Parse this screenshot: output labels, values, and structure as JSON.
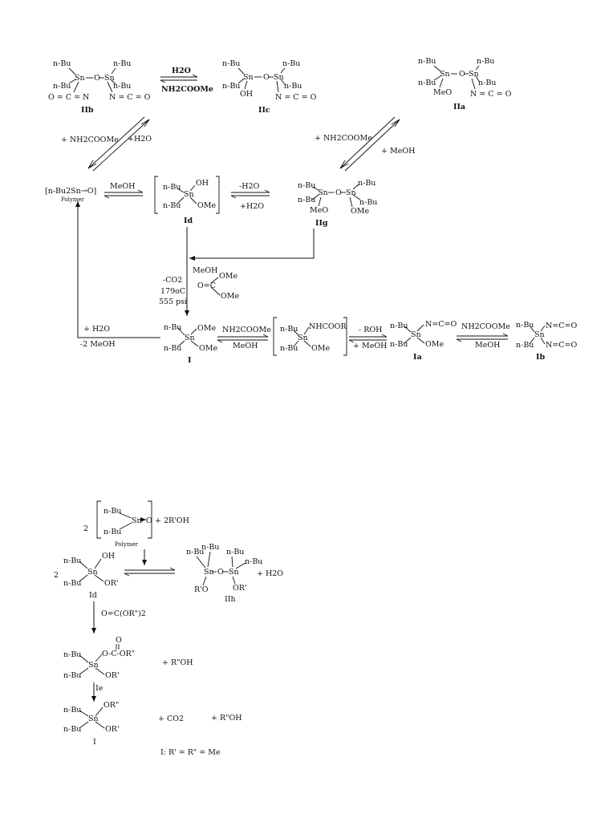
{
  "colors": {
    "ink": "#111111",
    "background": "#ffffff"
  },
  "groups": {
    "nbu": "n-Bu",
    "sn": "Sn",
    "o": "O",
    "oh": "OH",
    "ome": "OMe",
    "meo": "MeO",
    "nco": "N = C = O",
    "ocn": "O = C = N",
    "nco2": "N=C=O"
  },
  "labels": {
    "IIb": "IIb",
    "IIc": "IIc",
    "IIa": "IIa",
    "Id": "Id",
    "IIg": "IIg",
    "I": "I",
    "Ia": "Ia",
    "Ib": "Ib",
    "Ie": "Ie",
    "IIh": "IIh",
    "polymer": "Polymer"
  },
  "scheme1": {
    "polymer_formula": "[n-Bu2Sn→O]",
    "h2o": "H2O",
    "nh2coome": "NH2COOMe",
    "plus_nh2coome": "+ NH2COOMe",
    "plus_h2o": "+H2O",
    "plus_meoh": "+ MeOH",
    "meoh": "MeOH",
    "minus_h2o": "-H2O",
    "plus_h2o_b": "+H2O",
    "minus_co2": "-CO2",
    "temp": "179oC",
    "pressure": "555 psi",
    "carbonate_o": "O=C",
    "plus_h2o_c": "+ H2O",
    "minus_2meoh": "-2 MeOH",
    "nhcoor": "NHCOOR",
    "minus_roh": "- ROH",
    "plus_meoh_b": "+ MeOH"
  },
  "scheme2": {
    "coef2": "2",
    "plus_2roh": "+ 2R'OH",
    "or1": "OR'",
    "r1o": "R'O",
    "plus_h2o": "+ H2O",
    "dialkyl_carbonate": "O=C(OR\")2",
    "carbonate_group": "O-C-OR\"",
    "carbonyl_o": "O",
    "or2": "OR\"",
    "plus_r2oh": "+ R\"OH",
    "plus_co2": "+ CO2",
    "plus_r2oh_b": "+ R\"OH",
    "footnote": "I:  R' = R\" = Me"
  }
}
